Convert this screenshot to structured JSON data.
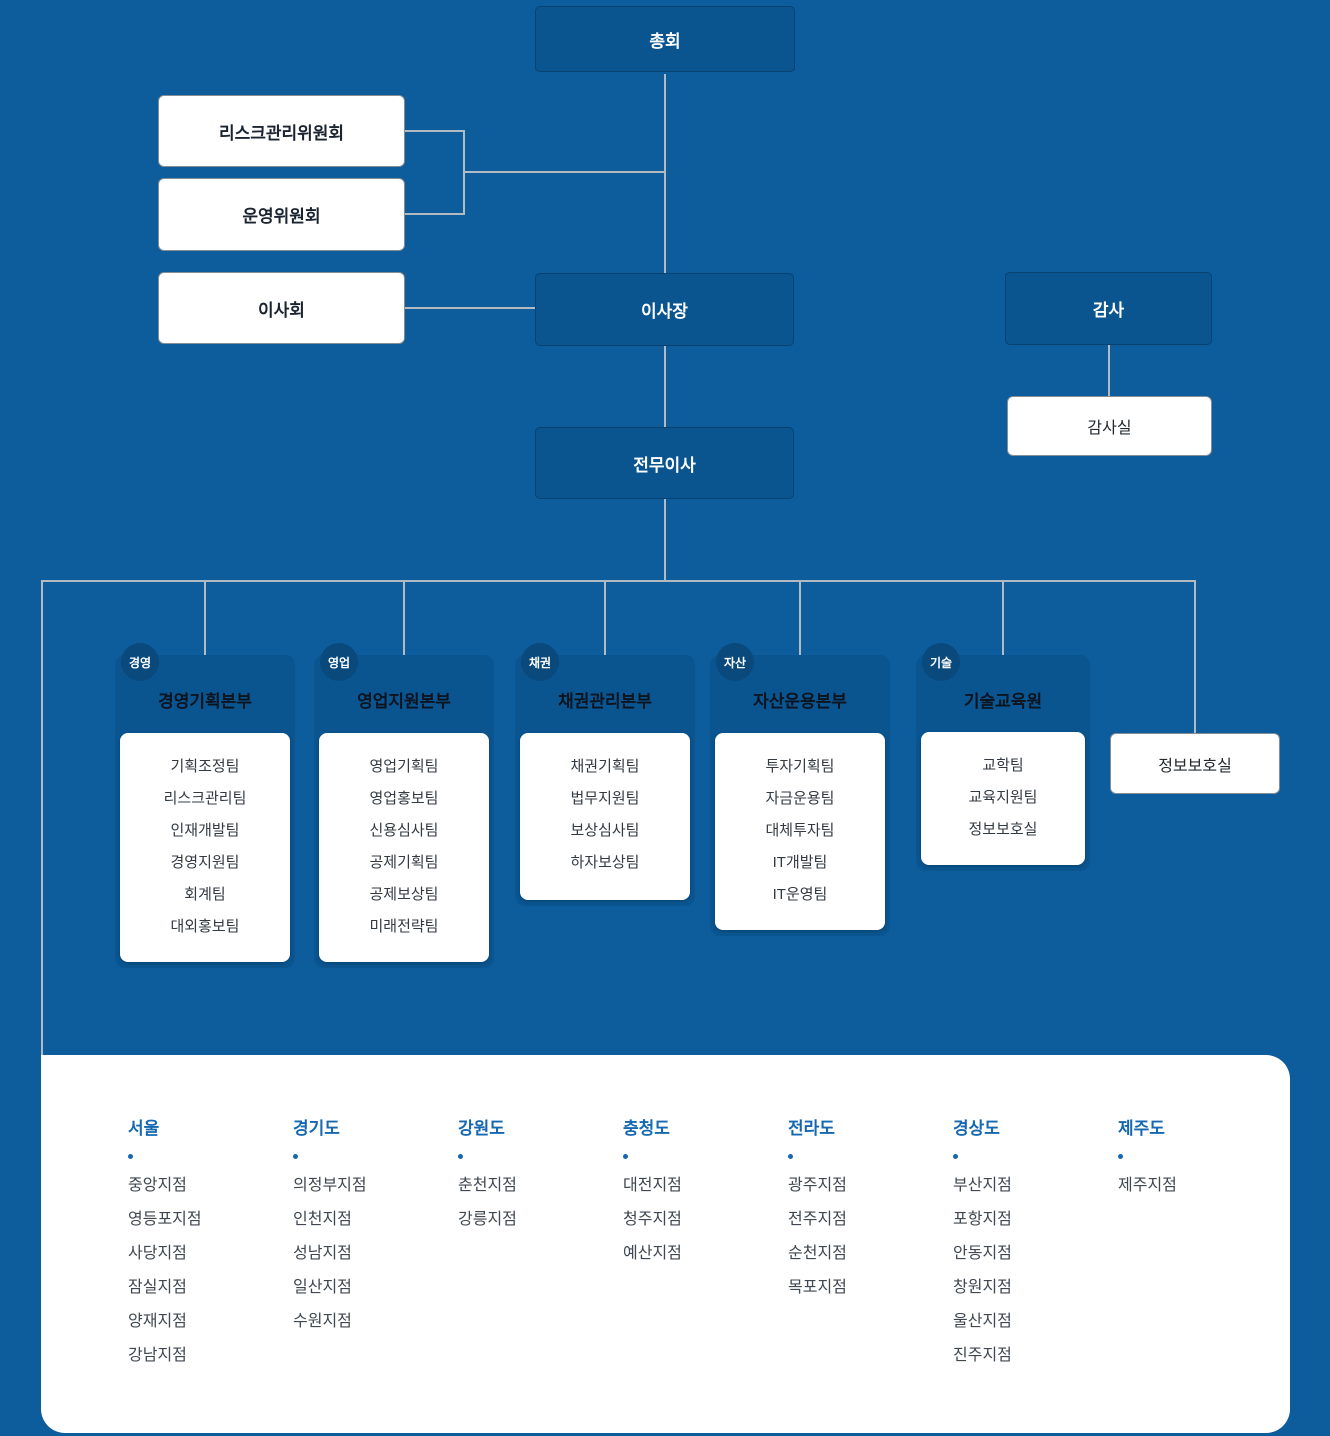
{
  "org": {
    "general_assembly": "총회",
    "committees": [
      "리스크관리위원회",
      "운영위원회",
      "이사회"
    ],
    "chairman": "이사장",
    "auditor": "감사",
    "audit_office": "감사실",
    "executive_director": "전무이사",
    "departments": [
      {
        "badge": "경영",
        "name": "경영기획본부",
        "teams": [
          "기획조정팀",
          "리스크관리팀",
          "인재개발팀",
          "경영지원팀",
          "회계팀",
          "대외홍보팀"
        ]
      },
      {
        "badge": "영업",
        "name": "영업지원본부",
        "teams": [
          "영업기획팀",
          "영업홍보팀",
          "신용심사팀",
          "공제기획팀",
          "공제보상팀",
          "미래전략팀"
        ]
      },
      {
        "badge": "채권",
        "name": "채권관리본부",
        "teams": [
          "채권기획팀",
          "법무지원팀",
          "보상심사팀",
          "하자보상팀"
        ]
      },
      {
        "badge": "자산",
        "name": "자산운용본부",
        "teams": [
          "투자기획팀",
          "자금운용팀",
          "대체투자팀",
          "IT개발팀",
          "IT운영팀"
        ]
      },
      {
        "badge": "기술",
        "name": "기술교육원",
        "teams": [
          "교학팀",
          "교육지원팀",
          "정보보호실"
        ]
      }
    ],
    "info_security_office": "정보보호실",
    "regions": [
      {
        "name": "서울",
        "branches": [
          "중앙지점",
          "영등포지점",
          "사당지점",
          "잠실지점",
          "양재지점",
          "강남지점"
        ]
      },
      {
        "name": "경기도",
        "branches": [
          "의정부지점",
          "인천지점",
          "성남지점",
          "일산지점",
          "수원지점"
        ]
      },
      {
        "name": "강원도",
        "branches": [
          "춘천지점",
          "강릉지점"
        ]
      },
      {
        "name": "충청도",
        "branches": [
          "대전지점",
          "청주지점",
          "예산지점"
        ]
      },
      {
        "name": "전라도",
        "branches": [
          "광주지점",
          "전주지점",
          "순천지점",
          "목포지점"
        ]
      },
      {
        "name": "경상도",
        "branches": [
          "부산지점",
          "포항지점",
          "안동지점",
          "창원지점",
          "울산지점",
          "진주지점"
        ]
      },
      {
        "name": "제주도",
        "branches": [
          "제주지점"
        ]
      }
    ]
  },
  "colors": {
    "background": "#0d5c9b",
    "dark_box": "#0a5590",
    "badge_circle": "#09497c",
    "region_header": "#1668b0",
    "connector_line": "#b3bac0",
    "card_background": "#ffffff"
  }
}
